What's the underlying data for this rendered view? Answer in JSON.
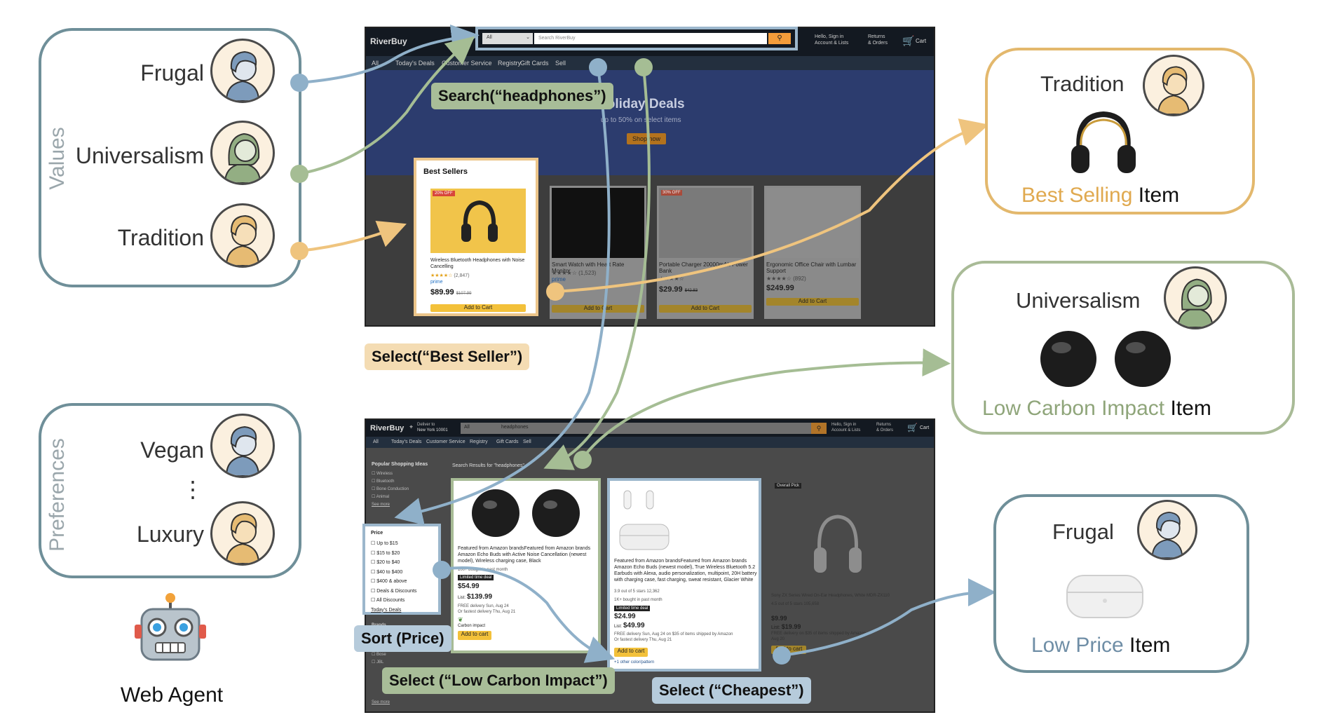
{
  "values_panel": {
    "title": "Values",
    "items": [
      {
        "name": "Frugal",
        "color": "#7f9fb9"
      },
      {
        "name": "Universalism",
        "color": "#8faa7e"
      },
      {
        "name": "Tradition",
        "color": "#e6be7d"
      }
    ]
  },
  "preferences_panel": {
    "title": "Preferences",
    "items": [
      {
        "name": "Vegan"
      },
      {
        "name": "Luxury"
      }
    ],
    "ellipsis": "⋮"
  },
  "agent": {
    "label": "Web Agent",
    "icon": "robot-icon"
  },
  "callouts": {
    "search": "Search(“headphones”)",
    "select_best": "Select(“Best Seller”)",
    "sort_price": "Sort (Price)",
    "select_low_carbon": "Select (“Low Carbon Impact”)",
    "select_cheapest": "Select (“Cheapest”)"
  },
  "homepage": {
    "logo": "RiverBuy",
    "search_scope": "All",
    "search_placeholder": "Search RiverBuy",
    "account": "Hello, Sign in",
    "account_sub": "Account & Lists",
    "returns": "Returns",
    "orders": "& Orders",
    "cart": "Cart",
    "nav": [
      "All",
      "Today's Deals",
      "Customer Service",
      "Registry",
      "Gift Cards",
      "Sell"
    ],
    "banner_title": "Holiday Deals",
    "banner_sub": "up to 50% on select items",
    "banner_button": "Shop now",
    "best_sellers_title": "Best Sellers",
    "products": [
      {
        "badge": "20% OFF",
        "name": "Wireless Bluetooth Headphones with Noise Cancelling",
        "rating": "★★★★☆",
        "reviews": "(2,847)",
        "prime": "prime",
        "price": "$89.99",
        "list": "$107.99",
        "button": "Add to Cart"
      },
      {
        "badge": "",
        "name": "Smart Watch with Heart Rate Monitor",
        "rating": "★★★★☆",
        "reviews": "(1,523)",
        "prime": "prime",
        "price": "$249.99",
        "list": "",
        "button": "Add to Cart"
      },
      {
        "badge": "30% OFF",
        "name": "Portable Charger 20000mAh Power Bank",
        "rating": "★★★★☆",
        "reviews": "",
        "prime": "",
        "price": "$29.99",
        "list": "$42.83",
        "button": "Add to Cart"
      },
      {
        "badge": "",
        "name": "Ergonomic Office Chair with Lumbar Support",
        "rating": "★★★★☆",
        "reviews": "(892)",
        "prime": "",
        "price": "$249.99",
        "list": "",
        "button": "Add to Cart"
      }
    ]
  },
  "results_page": {
    "logo": "RiverBuy",
    "deliver_to": "Deliver to",
    "deliver_city": "New York 10001",
    "search_scope": "All",
    "search_value": "headphones",
    "account": "Hello, Sign in",
    "account_sub": "Account & Lists",
    "returns": "Returns",
    "orders": "& Orders",
    "cart": "Cart",
    "nav": [
      "All",
      "Today's Deals",
      "Customer Service",
      "Registry",
      "Gift Cards",
      "Sell"
    ],
    "results_heading": "Search Results for \"headphones\"",
    "sidebar_heading": "Popular Shopping Ideas",
    "sidebar_items": [
      "Wireless",
      "Bluetooth",
      "Bone Conduction",
      "Animal"
    ],
    "see_more": "See more",
    "price_heading": "Price",
    "price_items": [
      "Up to $15",
      "$15 to $20",
      "$20 to $40",
      "$40 to $400",
      "$400 & above",
      "Deals & Discounts",
      "All Discounts"
    ],
    "todays_deals": "Today's Deals",
    "brands_heading": "Brands",
    "brand_items": [
      "Bose",
      "JBL"
    ],
    "see_more_2": "See more",
    "overall_pick": "Overall Pick",
    "items": [
      {
        "title": "Featured from Amazon brandsFeatured from Amazon brands Amazon Echo Buds with Active Noise Cancellation (newest model), Wireless charging case, Black",
        "bought": "100+ bought in past month",
        "deal": "Limited time deal",
        "price": "$54.99",
        "list_label": "List:",
        "list": "$139.99",
        "delivery": "FREE delivery Sun, Aug 24",
        "fastest": "Or fastest delivery Thu, Aug 21",
        "carbon": "Carbon impact",
        "button": "Add to cart"
      },
      {
        "title": "Featured from Amazon brandsFeatured from Amazon brands Amazon Echo Buds (newest model), True Wireless Bluetooth 5.2 Earbuds with Alexa, audio personalization, multipoint, 20H battery with charging case, fast charging, sweat resistant, Glacier White",
        "rating": "3.9 out of 5 stars 12,362",
        "bought": "1K+ bought in past month",
        "deal": "Limited time deal",
        "price": "$24.99",
        "list_label": "List:",
        "list": "$49.99",
        "delivery": "FREE delivery Sun, Aug 24 on $35 of items shipped by Amazon",
        "fastest": "Or fastest delivery Thu, Aug 21",
        "button": "Add to cart",
        "colors": "+1 other color/pattern"
      },
      {
        "title": "Sony ZX Series Wired On-Ear Headphones, White MDR-ZX110",
        "rating": "4.5 out of 5 stars 105,658",
        "price": "$9.99",
        "list_label": "List:",
        "list": "$19.99",
        "delivery": "FREE delivery on $35 of items shipped by Amazon",
        "fastest": "Aug 20",
        "button": "Add to cart"
      }
    ]
  },
  "results": [
    {
      "value": "Tradition",
      "caption_highlight": "Best Selling",
      "caption_rest": " Item",
      "highlight_color": "#e0a94f",
      "product_icon": "headphones-icon"
    },
    {
      "value": "Universalism",
      "caption_highlight": "Low Carbon Impact",
      "caption_rest": " Item",
      "highlight_color": "#8fa57a",
      "product_icon": "earbuds-icon"
    },
    {
      "value": "Frugal",
      "caption_highlight": "Low Price",
      "caption_rest": " Item",
      "highlight_color": "#6f8ea6",
      "product_icon": "earbuds-case-icon"
    }
  ]
}
